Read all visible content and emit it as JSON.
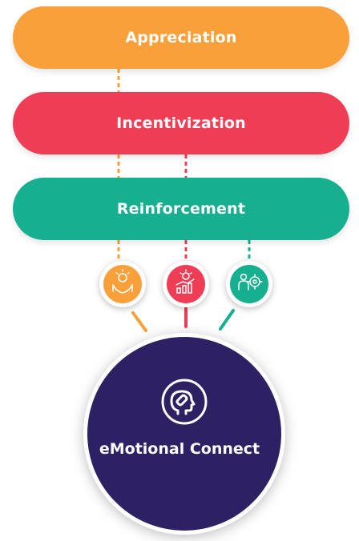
{
  "layers": [
    {
      "label": "Appreciation",
      "color": "#f9a03a"
    },
    {
      "label": "Incentivization",
      "color": "#f03d56"
    },
    {
      "label": "Reinforcement",
      "color": "#16b091"
    }
  ],
  "center": {
    "label": "eMotional Connect",
    "color": "#2d2163"
  },
  "icons": [
    {
      "name": "hands-award-icon",
      "color": "#f9a03a"
    },
    {
      "name": "growth-chart-icon",
      "color": "#f03d56"
    },
    {
      "name": "people-gear-icon",
      "color": "#16b091"
    }
  ]
}
